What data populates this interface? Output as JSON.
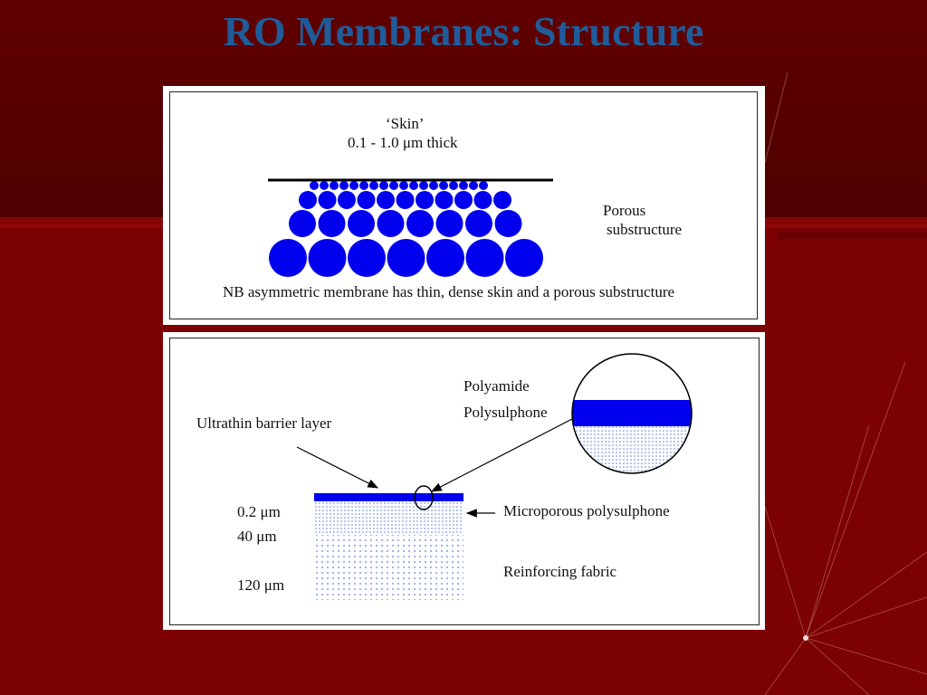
{
  "slide": {
    "title": "RO Membranes: Structure",
    "colors": {
      "title": "#1f5c9a",
      "background": "#7c0202",
      "membrane_blue": "#0000ee"
    }
  },
  "diagram_top": {
    "skin_label": "‘Skin’",
    "skin_thickness": "0.1 - 1.0 μm thick",
    "porous_label_line1": "Porous",
    "porous_label_line2": "substructure",
    "caption": "NB asymmetric membrane has thin, dense skin and a porous substructure"
  },
  "diagram_bottom": {
    "barrier_label": "Ultrathin barrier layer",
    "polyamide_label": "Polyamide",
    "polysulphone_label": "Polysulphone",
    "microporous_label": "Microporous polysulphone",
    "fabric_label": "Reinforcing fabric",
    "dim_barrier": "0.2 μm",
    "dim_microporous": "40 μm",
    "dim_fabric": "120 μm"
  }
}
